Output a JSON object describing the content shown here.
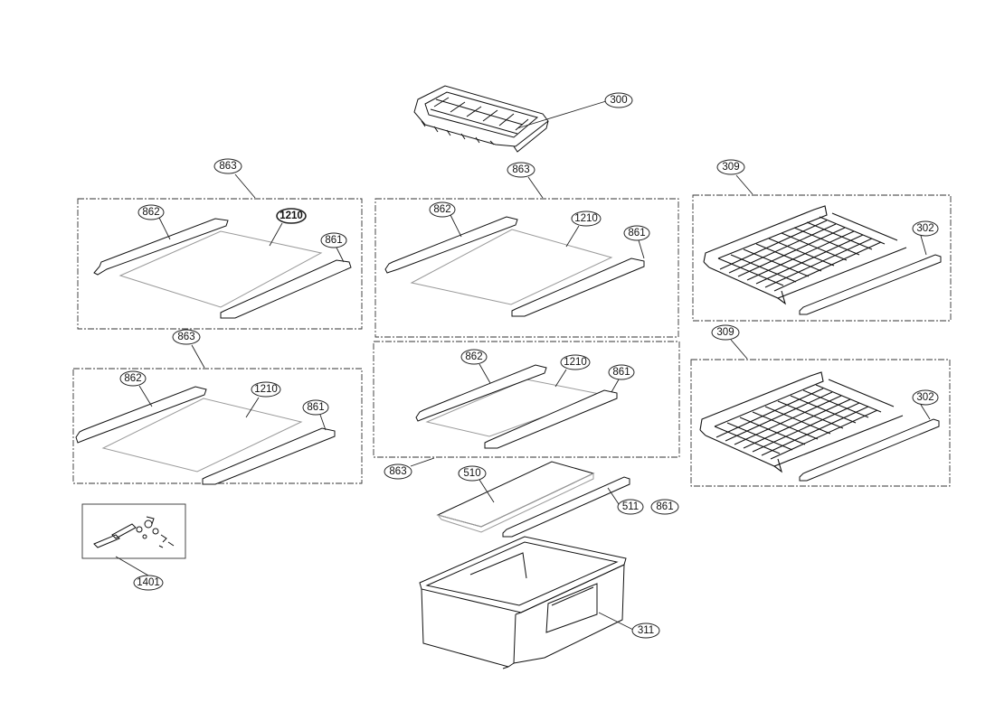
{
  "diagram": {
    "part_labels": {
      "ice_tray": "300",
      "shelf_assy_a": "863",
      "shelf_assy_b": "863",
      "shelf_assy_c": "863",
      "shelf_assy_d": "863",
      "rear_trim_a": "862",
      "rear_trim_b": "862",
      "rear_trim_c": "862",
      "rear_trim_d": "862",
      "glass_a": "1210",
      "glass_b": "1210",
      "glass_c": "1210",
      "glass_d": "1210",
      "front_trim_a": "861",
      "front_trim_b": "861",
      "front_trim_c": "861",
      "front_trim_d": "861",
      "front_trim_crisper": "861",
      "wire_shelf_top": "309",
      "wire_shelf_bottom": "309",
      "wire_trim_top": "302",
      "wire_trim_bottom": "302",
      "crisper_cover_glass": "510",
      "crisper_cover_frame": "511",
      "crisper_drawer": "311",
      "parts_kit": "1401"
    }
  }
}
